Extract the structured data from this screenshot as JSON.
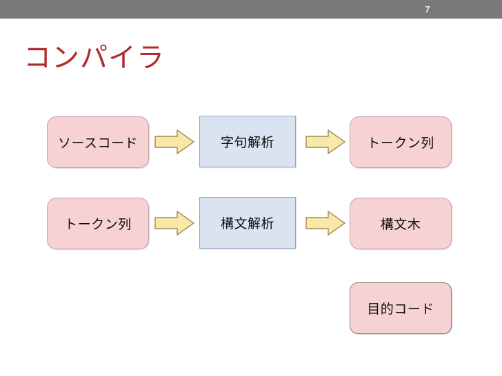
{
  "slide": {
    "page_number": "7",
    "title": "コンパイラ",
    "title_color": "#b5292b",
    "header_bar_color": "#797979",
    "background_color": "#ffffff"
  },
  "diagram": {
    "type": "flow",
    "palette": {
      "data_box_fill": "#f7d2d4",
      "data_box_border": "#c8a0a4",
      "process_box_fill": "#dbe2f0",
      "process_box_border": "#8fa4c6",
      "arrow_fill": "#fae8a8",
      "arrow_border": "#9c8c55",
      "text_color": "#0d0d0d"
    },
    "rows": [
      {
        "input_label": "ソースコード",
        "process_label": "字句解析",
        "output_label": "トークン列"
      },
      {
        "input_label": "トークン列",
        "process_label": "構文解析",
        "output_label": "構文木"
      }
    ],
    "extra_boxes": [
      {
        "label": "目的コード"
      }
    ],
    "arrows": [
      {
        "name": "arrow-source-to-lexer",
        "glyph": "right-arrow"
      },
      {
        "name": "arrow-lexer-to-tokens",
        "glyph": "right-arrow"
      },
      {
        "name": "arrow-tokens-to-parser",
        "glyph": "right-arrow"
      },
      {
        "name": "arrow-parser-to-tree",
        "glyph": "right-arrow"
      }
    ]
  }
}
